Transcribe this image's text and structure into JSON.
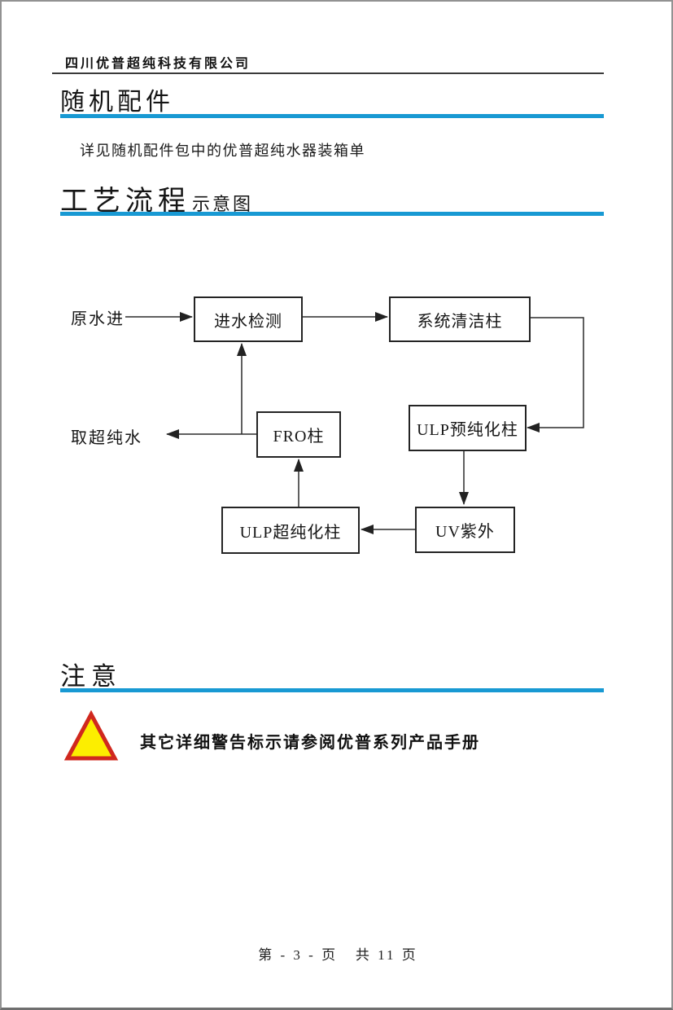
{
  "page": {
    "company_name": "四川优普超纯科技有限公司",
    "footer_text": "第 - 3 - 页   共 11 页"
  },
  "accessories": {
    "title": "随机配件",
    "body": "详见随机配件包中的优普超纯水器装箱单"
  },
  "process": {
    "title": "工艺流程",
    "subtitle": "示意图"
  },
  "diagram": {
    "source_label": "原水进",
    "output_label": "取超纯水",
    "nodes": [
      {
        "id": "inlet-check",
        "label": "进水检测"
      },
      {
        "id": "system-clean-column",
        "label": "系统清洁柱"
      },
      {
        "id": "ulp-pre-purify-column",
        "label": "ULP预纯化柱"
      },
      {
        "id": "fro-column",
        "label": "FRO柱"
      },
      {
        "id": "ulp-ultra-purify-column",
        "label": "ULP超纯化柱"
      },
      {
        "id": "uv-lamp",
        "label": "UV紫外"
      }
    ],
    "edges": [
      {
        "from": "原水进",
        "to": "进水检测"
      },
      {
        "from": "进水检测",
        "to": "系统清洁柱"
      },
      {
        "from": "系统清洁柱",
        "to": "ULP预纯化柱"
      },
      {
        "from": "ULP预纯化柱",
        "to": "UV紫外"
      },
      {
        "from": "UV紫外",
        "to": "ULP超纯化柱"
      },
      {
        "from": "ULP超纯化柱",
        "to": "FRO柱"
      },
      {
        "from": "FRO柱",
        "to": "取超纯水"
      },
      {
        "from": "FRO柱",
        "to": "进水检测"
      }
    ]
  },
  "notice": {
    "title": "注意",
    "warning_text": "其它详细警告标示请参阅优普系列产品手册"
  },
  "icons": {
    "warning": "warning-triangle-icon"
  },
  "colors": {
    "accent_blue": "#1899d3",
    "header_rule": "#3a3a3a",
    "page_border": "#929292",
    "diagram_line": "#2b2b2b",
    "triangle_fill": "#fcee00",
    "triangle_border": "#d0281e"
  }
}
